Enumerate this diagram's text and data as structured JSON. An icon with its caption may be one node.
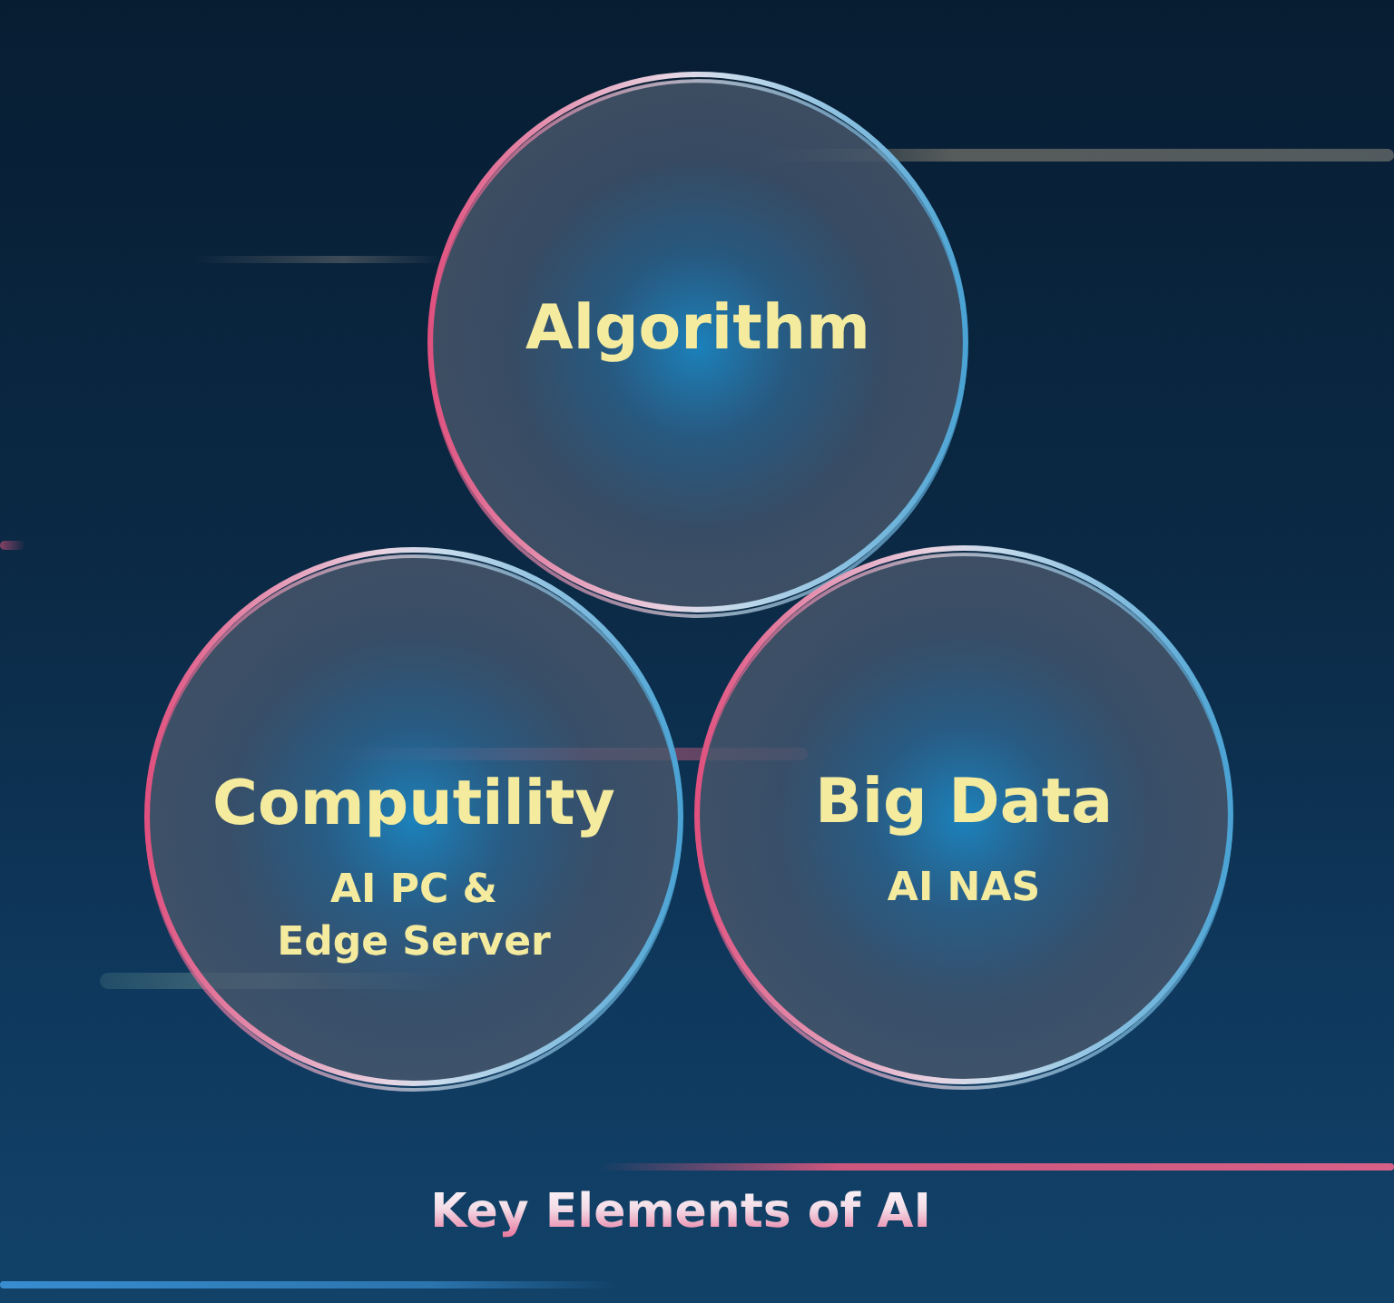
{
  "diagram": {
    "title": "Key Elements of AI",
    "nodes": [
      {
        "text": [
          "Algorithm"
        ]
      },
      {
        "text": [
          "Computility",
          "AI PC & Edge Server"
        ]
      },
      {
        "text": [
          "Big Data",
          "AI NAS"
        ]
      }
    ]
  }
}
